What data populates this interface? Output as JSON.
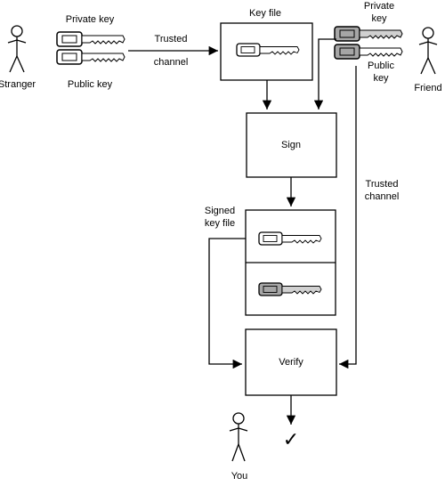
{
  "labels": {
    "stranger": "Stranger",
    "stranger_private_key": "Private key",
    "stranger_public_key": "Public key",
    "trusted_channel_top_1": "Trusted",
    "trusted_channel_top_2": "channel",
    "key_file": "Key file",
    "friend_private_1": "Private",
    "friend_private_2": "key",
    "friend_public_1": "Public",
    "friend_public_2": "key",
    "friend": "Friend",
    "sign": "Sign",
    "trusted_channel_right_1": "Trusted",
    "trusted_channel_right_2": "channel",
    "signed_key_file_1": "Signed",
    "signed_key_file_2": "key file",
    "verify": "Verify",
    "you": "You",
    "checkmark": "✓"
  },
  "colors": {
    "line": "#000000",
    "private_key_fill": "#a6a6a6",
    "public_key_fill": "#ffffff",
    "key_outline": "#000000"
  }
}
